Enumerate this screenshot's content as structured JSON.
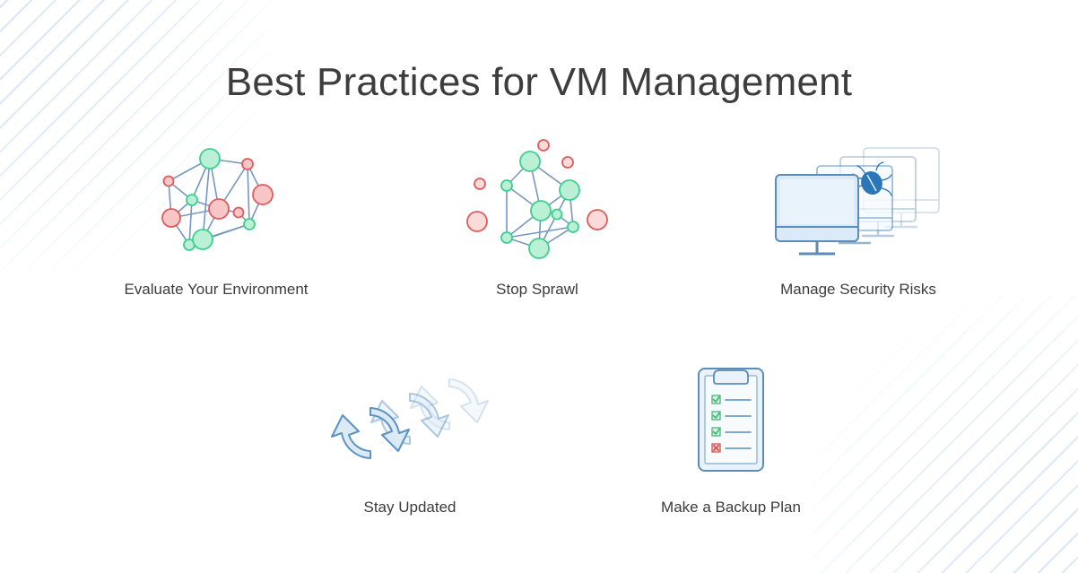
{
  "slide": {
    "title": "Best Practices for VM Management",
    "background_color": "#ffffff",
    "title_color": "#3d3d3d",
    "label_color": "#3c3c3c",
    "decoration": {
      "name": "diagonal-stripes",
      "color": "#d7e5f3",
      "corners": [
        "top-left",
        "bottom-right"
      ]
    }
  },
  "palette": {
    "node_green_stroke": "#3dcf8e",
    "node_green_fill": "#b9f0d6",
    "node_red_stroke": "#e05b5b",
    "node_red_fill": "#f8c6c6",
    "edge_blue": "#6f93bb",
    "monitor_stroke": "#5b8db8",
    "monitor_fill": "#dbeaf8",
    "bug_blue": "#1f6fb5",
    "arrow_blue": "#5b93c4",
    "arrow_fill": "#dceaf6",
    "clipboard_stroke": "#5b8db8",
    "clipboard_fill": "#eaf3fb",
    "check_green": "#49b97a",
    "cross_red": "#d9534f"
  },
  "cards": [
    {
      "id": "evaluate-your-environment",
      "label": "Evaluate Your Environment",
      "icon": "network-graph-mixed-icon",
      "icon_description": "Connected network graph with green and red nodes"
    },
    {
      "id": "stop-sprawl",
      "label": "Stop Sprawl",
      "icon": "network-graph-sprawl-icon",
      "icon_description": "Connected green network with detached red nodes floating outside"
    },
    {
      "id": "manage-security-risks",
      "label": "Manage Security Risks",
      "icon": "monitor-stack-bug-icon",
      "icon_description": "Four stacked computer monitors with a blue bug"
    },
    {
      "id": "stay-updated",
      "label": "Stay Updated",
      "icon": "refresh-arrows-icon",
      "icon_description": "Three overlapping circular refresh arrows fading to the right"
    },
    {
      "id": "make-a-backup-plan",
      "label": "Make a Backup Plan",
      "icon": "clipboard-checklist-icon",
      "icon_description": "Clipboard checklist with three green checks and one red X"
    }
  ]
}
